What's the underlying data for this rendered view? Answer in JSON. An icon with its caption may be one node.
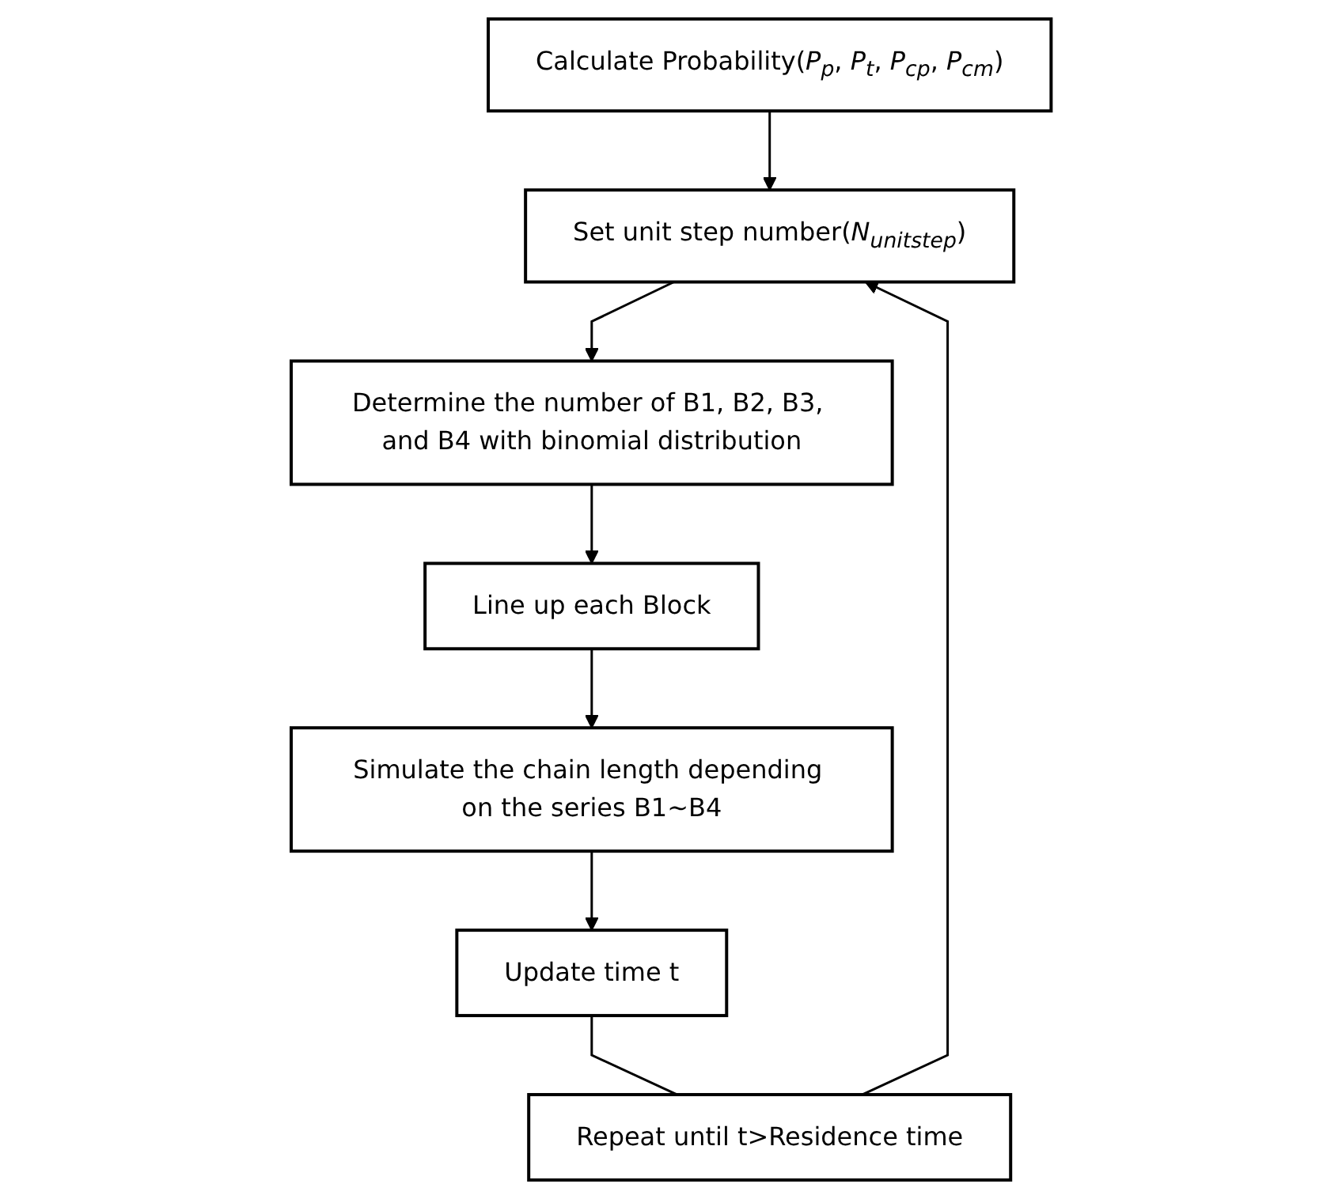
{
  "diagram": {
    "nodes": [
      {
        "text": [
          "Calculate Probability(*P*$_{p}$, *P*$_{t}$, *P*$_{cp}$, *P*$_{cm}$)"
        ]
      },
      {
        "text": [
          "Set unit step number(*N*$_{unitstep}$)"
        ]
      },
      {
        "text": [
          "Determine the number of B1, B2, B3, and B4 with binomial distribution"
        ]
      },
      {
        "text": [
          "Line up each Block"
        ]
      },
      {
        "text": [
          "Simulate the chain length depending on the series B1~B4"
        ]
      },
      {
        "text": [
          "Update time t"
        ]
      },
      {
        "text": [
          "Repeat until t>Residence time"
        ]
      }
    ],
    "edges": [
      {
        "from": 0,
        "to": 1,
        "arrow": "to"
      },
      {
        "from": 1,
        "to": 2,
        "arrow": "to"
      },
      {
        "from": 2,
        "to": 3,
        "arrow": "to"
      },
      {
        "from": 3,
        "to": 4,
        "arrow": "to"
      },
      {
        "from": 4,
        "to": 5,
        "arrow": "to"
      },
      {
        "from": 5,
        "to": 6,
        "arrow": "none"
      },
      {
        "from": 6,
        "to": 1,
        "arrow": "to"
      }
    ]
  }
}
